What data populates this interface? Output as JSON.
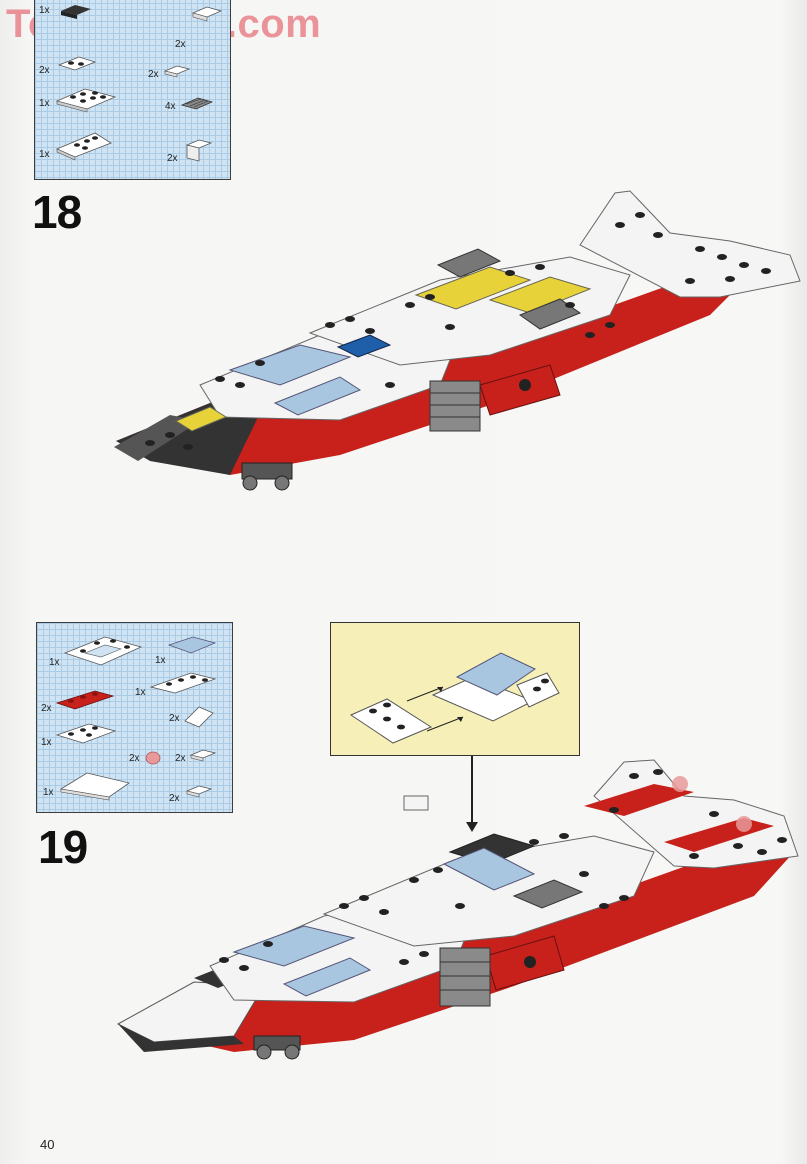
{
  "watermark": "ToysPeriod.com",
  "page_number": "40",
  "steps": [
    {
      "number": "18",
      "parts": [
        {
          "qty": "1x",
          "icon": "brick-icon"
        },
        {
          "qty": "2x",
          "icon": "plate-icon"
        },
        {
          "qty": "2x",
          "icon": "plate-2x2-icon"
        },
        {
          "qty": "2x",
          "icon": "tile-icon"
        },
        {
          "qty": "1x",
          "icon": "plate-2x4-icon"
        },
        {
          "qty": "4x",
          "icon": "grille-tile-icon"
        },
        {
          "qty": "1x",
          "icon": "wedge-plate-icon"
        },
        {
          "qty": "2x",
          "icon": "bracket-icon"
        }
      ]
    },
    {
      "number": "19",
      "parts": [
        {
          "qty": "1x",
          "icon": "frame-plate-icon"
        },
        {
          "qty": "1x",
          "icon": "windscreen-icon"
        },
        {
          "qty": "2x",
          "icon": "red-plate-icon"
        },
        {
          "qty": "1x",
          "icon": "hinge-plate-icon"
        },
        {
          "qty": "2x",
          "icon": "slope-icon"
        },
        {
          "qty": "1x",
          "icon": "plate-2x4-icon"
        },
        {
          "qty": "2x",
          "icon": "round-plate-icon"
        },
        {
          "qty": "2x",
          "icon": "tile-icon"
        },
        {
          "qty": "1x",
          "icon": "wedge-nose-icon"
        },
        {
          "qty": "2x",
          "icon": "tile-icon"
        }
      ]
    }
  ],
  "colors": {
    "red": "#c8201a",
    "white": "#f4f4f4",
    "dark_grey": "#3a3a3a",
    "light_grey": "#9a9a9a",
    "yellow": "#e8d23a",
    "blue": "#1f5ea8",
    "trans_blue": "#a9c6e0",
    "trans_red": "#e89a9a",
    "callout_bg": "#f6f0b8",
    "grid_bg": "#cfe3f2"
  }
}
